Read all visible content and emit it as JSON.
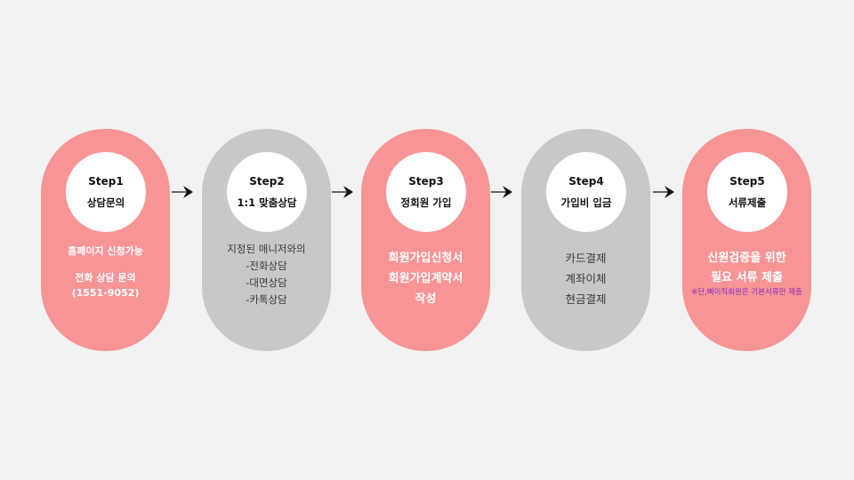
{
  "steps": [
    {
      "step": "Step1",
      "title": "상담문의",
      "lines": [
        "홈페이지 신청가능",
        "전화 상담 문의",
        "(1551-9052)"
      ]
    },
    {
      "step": "Step2",
      "title": "1:1 맞춤상담",
      "lines": [
        "지정된 매니저와의",
        "-전화상담",
        "-대면상담",
        "-카톡상담"
      ]
    },
    {
      "step": "Step3",
      "title": "정회원 가입",
      "lines": [
        "회원가입신청서",
        "회원가입계약서",
        "작성"
      ]
    },
    {
      "step": "Step4",
      "title": "가입비 입금",
      "lines": [
        "카드결제",
        "계좌이체",
        "현금결제"
      ]
    },
    {
      "step": "Step5",
      "title": "서류제출",
      "lines": [
        "신원검증을 위한",
        "필요 서류 제출"
      ],
      "note": "※단,뻐이직회원은 기본서류만 제출"
    }
  ],
  "colors": {
    "pink": "#f79496",
    "gray": "#c8c8c8",
    "note": "#8a2fbf",
    "background": "#f2f2f2"
  },
  "arrow_icon": "arrow-right-icon"
}
